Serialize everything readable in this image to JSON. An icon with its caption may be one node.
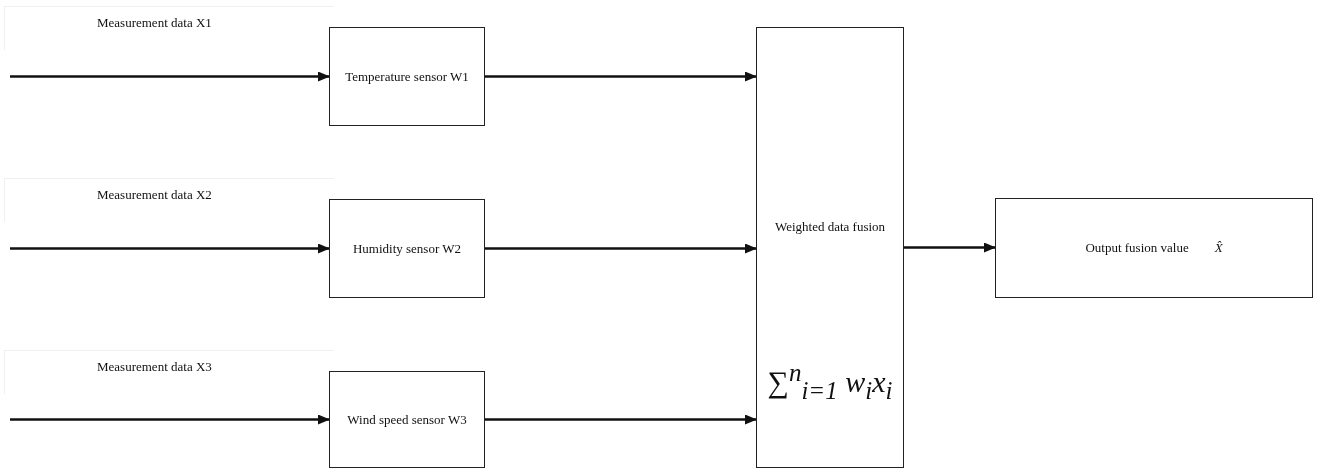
{
  "diagram": {
    "nodes": [
      {
        "text": [
          "Temperature sensor W1"
        ]
      },
      {
        "text": [
          "Humidity sensor W2"
        ]
      },
      {
        "text": [
          "Wind speed sensor W3"
        ]
      },
      {
        "text": [
          "Weighted data fusion",
          "∑$^{n}$$_{i=1}$ w$_{i}$x$_{i}$"
        ]
      },
      {
        "text": [
          "Output fusion value",
          "X̂"
        ]
      }
    ],
    "edges": [
      {
        "from": null,
        "to": 0,
        "arrow": "to"
      },
      {
        "from": null,
        "to": 1,
        "arrow": "to"
      },
      {
        "from": null,
        "to": 2,
        "arrow": "to"
      },
      {
        "from": 0,
        "to": 3,
        "arrow": "to"
      },
      {
        "from": 1,
        "to": 3,
        "arrow": "to"
      },
      {
        "from": 2,
        "to": 3,
        "arrow": "to"
      },
      {
        "from": 3,
        "to": 4,
        "arrow": "to"
      }
    ],
    "labels": [
      "Measurement data X1",
      "Measurement data X2",
      "Measurement data X3"
    ]
  }
}
